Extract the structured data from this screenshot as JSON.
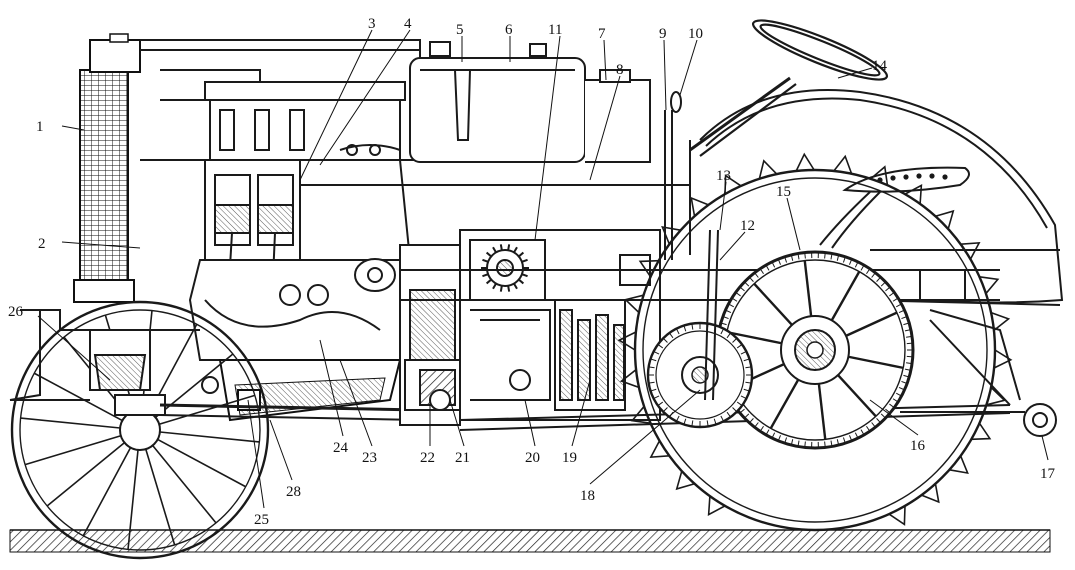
{
  "callouts": [
    {
      "id": "1",
      "label": "1"
    },
    {
      "id": "2",
      "label": "2"
    },
    {
      "id": "3",
      "label": "3"
    },
    {
      "id": "4",
      "label": "4"
    },
    {
      "id": "5",
      "label": "5"
    },
    {
      "id": "6",
      "label": "6"
    },
    {
      "id": "7",
      "label": "7"
    },
    {
      "id": "8",
      "label": "8"
    },
    {
      "id": "9",
      "label": "9"
    },
    {
      "id": "10",
      "label": "10"
    },
    {
      "id": "11",
      "label": "11"
    },
    {
      "id": "12",
      "label": "12"
    },
    {
      "id": "13",
      "label": "13"
    },
    {
      "id": "14",
      "label": "14"
    },
    {
      "id": "15",
      "label": "15"
    },
    {
      "id": "16",
      "label": "16"
    },
    {
      "id": "17",
      "label": "17"
    },
    {
      "id": "18",
      "label": "18"
    },
    {
      "id": "19",
      "label": "19"
    },
    {
      "id": "20",
      "label": "20"
    },
    {
      "id": "21",
      "label": "21"
    },
    {
      "id": "22",
      "label": "22"
    },
    {
      "id": "23",
      "label": "23"
    },
    {
      "id": "24",
      "label": "24"
    },
    {
      "id": "25",
      "label": "25"
    },
    {
      "id": "26",
      "label": "26"
    },
    {
      "id": "28",
      "label": "28"
    }
  ],
  "colors": {
    "ink": "#1a1a1a",
    "paper": "#ffffff",
    "ground": "#8a8a8a"
  }
}
